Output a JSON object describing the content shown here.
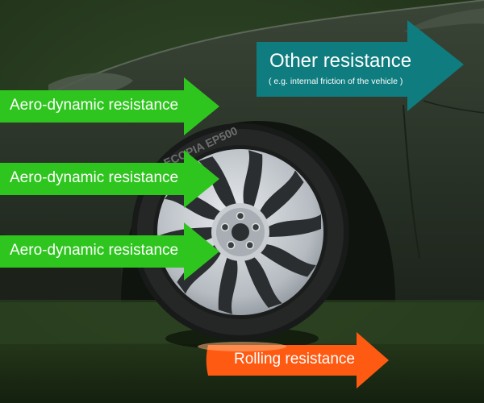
{
  "colors": {
    "aero_arrow": "#2fc51f",
    "other_arrow": "#0f7d7f",
    "rolling_arrow": "#ff5a12",
    "background": "#263b1c",
    "car_body": "#2a3428",
    "ground": "#1a2713"
  },
  "labels": {
    "aero": [
      "Aero-dynamic resistance",
      "Aero-dynamic resistance",
      "Aero-dynamic resistance"
    ],
    "other_title": "Other resistance",
    "other_subtitle": "( e.g. internal friction of the vehicle )",
    "rolling": "Rolling resistance"
  },
  "tire": {
    "sidewall_text": "ECOPIA EP500"
  },
  "icons": [
    "car-illustration",
    "wheel-illustration"
  ]
}
